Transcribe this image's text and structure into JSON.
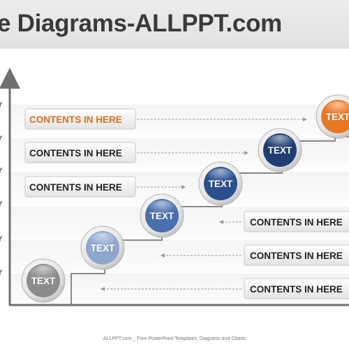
{
  "header": {
    "title": "e Diagrams-ALLPPT.com"
  },
  "axis": {
    "tick_label": "Y"
  },
  "boxes": [
    {
      "label": "CONTENTS IN HERE"
    },
    {
      "label": "CONTENTS IN HERE"
    },
    {
      "label": "CONTENTS IN HERE"
    },
    {
      "label": "CONTENTS IN HERE"
    },
    {
      "label": "CONTENTS IN HERE"
    },
    {
      "label": "CONTENTS IN HERE"
    }
  ],
  "circles": [
    {
      "label": "TEXT",
      "color": "#8c8c8c"
    },
    {
      "label": "TEXT",
      "color": "#8fa6cc"
    },
    {
      "label": "TEXT",
      "color": "#4a6fad"
    },
    {
      "label": "TEXT",
      "color": "#2c4f8f"
    },
    {
      "label": "TEXT",
      "color": "#1f3e73"
    },
    {
      "label": "TEXT",
      "color": "#e87722"
    }
  ],
  "colors": {
    "accent": "#e0701c",
    "staircase": "#8a8a8a",
    "axis": "#6f6f6f"
  },
  "footer": {
    "text": "ALLPPT.com _ Free PowerPoint Templates, Diagrams and Charts"
  }
}
